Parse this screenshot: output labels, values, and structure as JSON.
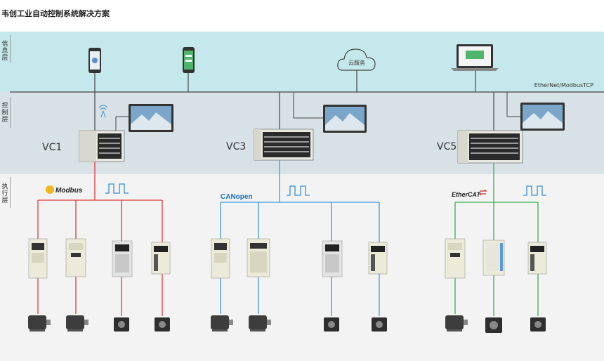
{
  "title": "韦创工业自动控制系统解决方案",
  "layers": {
    "info": [
      "信",
      "息",
      "层"
    ],
    "control": [
      "控",
      "制",
      "层"
    ],
    "execution": [
      "执",
      "行",
      "层"
    ]
  },
  "cloud_label": "云服务",
  "network_label": "EtherNet/ModbusTCP",
  "controllers": [
    "VC1",
    "VC3",
    "VC5"
  ],
  "protocols": {
    "modbus": "Modbus",
    "canopen": "CANopen",
    "ethercat": "EtherCAT"
  },
  "colors": {
    "info_band": "#c5e8ec",
    "control_band": "#d8e1e6",
    "execution_band": "#f3f3f3",
    "modbus_line": "#e03a3a",
    "canopen_line": "#3a9be0",
    "ethercat_line": "#3ab04a"
  }
}
